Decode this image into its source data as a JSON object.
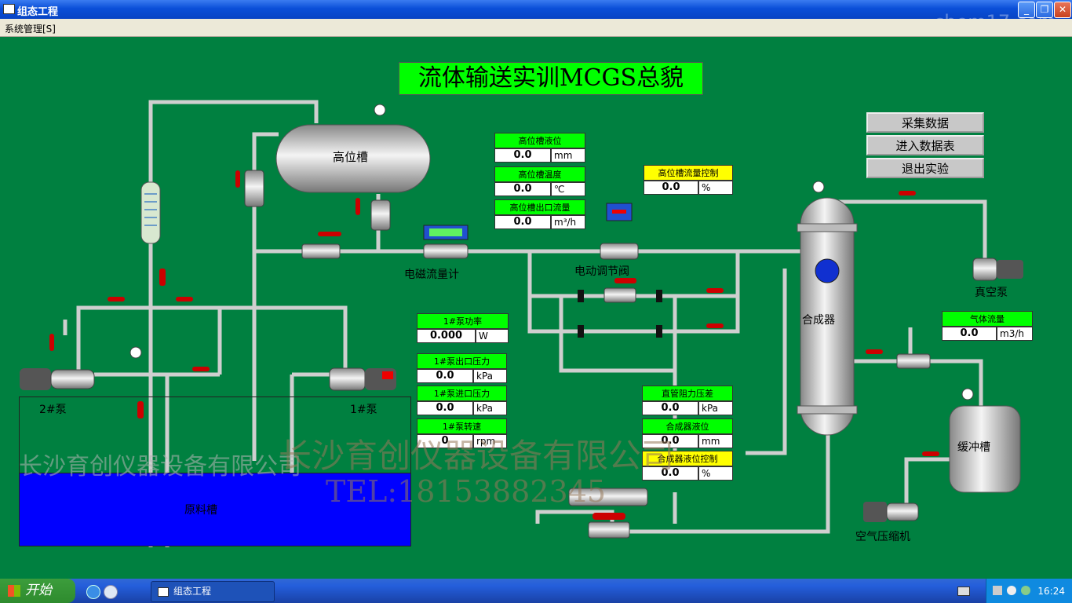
{
  "window": {
    "title": "组态工程",
    "min": "_",
    "max": "❐",
    "close": "✕"
  },
  "menu": {
    "system": "系统管理[S]"
  },
  "watermark_top": "chem17.com",
  "main_title": "流体输送实训MCGS总貌",
  "buttons": {
    "collect": "采集数据",
    "enter_table": "进入数据表",
    "exit": "退出实验"
  },
  "equipment": {
    "high_tank": "高位槽",
    "em_flowmeter": "电磁流量计",
    "electric_valve": "电动调节阀",
    "synthesizer": "合成器",
    "vacuum_pump": "真空泵",
    "buffer_tank": "缓冲槽",
    "air_compressor": "空气压缩机",
    "pump2": "2#泵",
    "pump1": "1#泵",
    "raw_tank": "原料槽"
  },
  "panels": {
    "high_level": {
      "label": "高位槽液位",
      "value": "0.0",
      "unit": "mm"
    },
    "high_temp": {
      "label": "高位槽温度",
      "value": "0.0",
      "unit": "℃"
    },
    "high_outflow": {
      "label": "高位槽出口流量",
      "value": "0.0",
      "unit": "m³/h"
    },
    "high_flow_ctrl": {
      "label": "高位槽流量控制",
      "value": "0.0",
      "unit": "%"
    },
    "gas_flow": {
      "label": "气体流量",
      "value": "0.0",
      "unit": "m3/h"
    },
    "pump1_power": {
      "label": "1#泵功率",
      "value": "0.000",
      "unit": "W"
    },
    "pump1_out_p": {
      "label": "1#泵出口压力",
      "value": "0.0",
      "unit": "kPa"
    },
    "pump1_in_p": {
      "label": "1#泵进口压力",
      "value": "0.0",
      "unit": "kPa"
    },
    "pump1_speed": {
      "label": "1#泵转速",
      "value": "0",
      "unit": "rpm"
    },
    "dp": {
      "label": "直管阻力压差",
      "value": "0.0",
      "unit": "kPa"
    },
    "syn_level": {
      "label": "合成器液位",
      "value": "0.0",
      "unit": "mm"
    },
    "syn_level_ctrl": {
      "label": "合成器液位控制",
      "value": "0.0",
      "unit": "%"
    }
  },
  "watermarks": {
    "company1": "长沙育创仪器设备有限公司",
    "company2": "长沙育创仪器设备有限公司",
    "tel": "TEL:18153882345"
  },
  "taskbar": {
    "start": "开始",
    "task": "组态工程",
    "clock": "16:24"
  },
  "colors": {
    "background": "#008040",
    "header_green": "#00ff00",
    "header_yellow": "#ffff00",
    "raw_tank": "#0000ff",
    "pipe": "#c8c8c8"
  }
}
